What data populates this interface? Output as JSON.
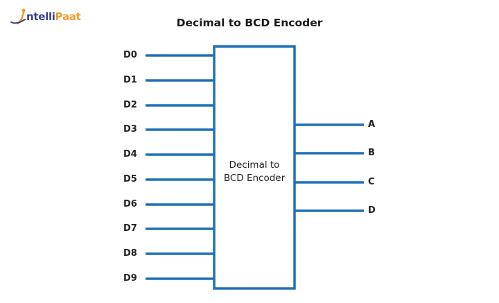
{
  "logo": {
    "part1": "ntelli",
    "part2": "Paat",
    "prefix": "I"
  },
  "title": "Decimal to BCD Encoder",
  "block": {
    "line1": "Decimal to",
    "line2": "BCD Encoder"
  },
  "inputs": [
    "D0",
    "D1",
    "D2",
    "D3",
    "D4",
    "D5",
    "D6",
    "D7",
    "D8",
    "D9"
  ],
  "outputs": [
    "A",
    "B",
    "C",
    "D"
  ],
  "colors": {
    "wire": "#1f70b8",
    "logo_primary": "#3b3f8c",
    "logo_accent": "#f29a2e"
  }
}
